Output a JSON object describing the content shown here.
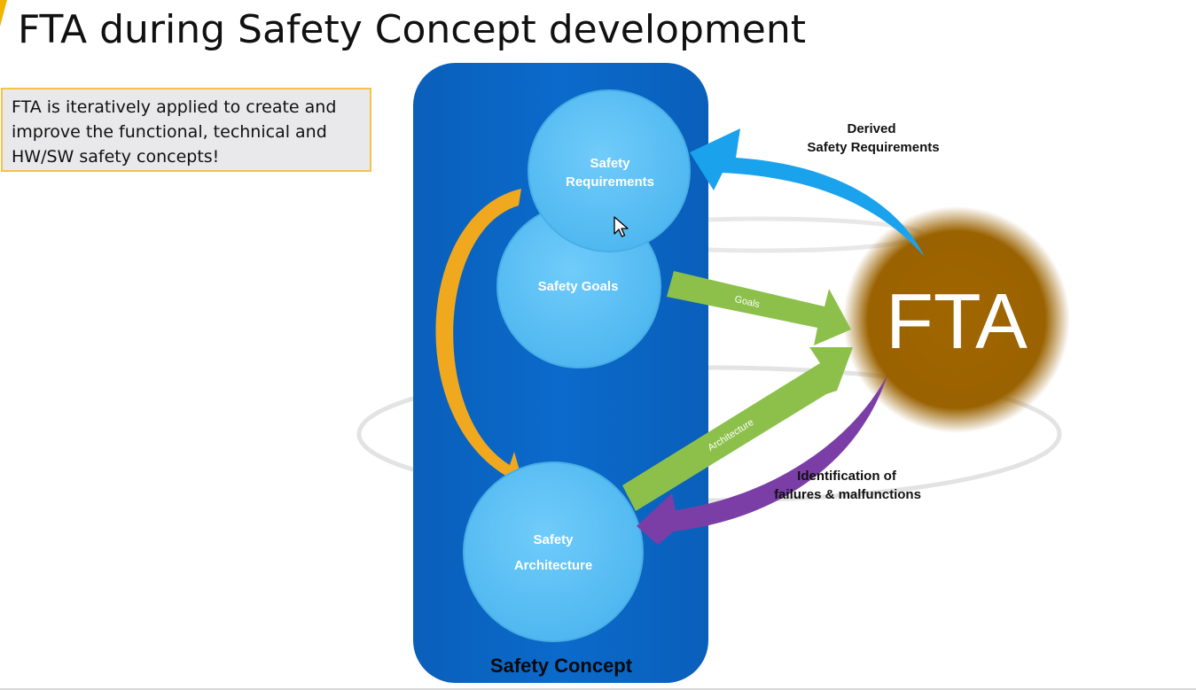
{
  "slide": {
    "title": "FTA during Safety Concept development"
  },
  "note": {
    "lines": [
      "FTA is iteratively applied to create and",
      "improve the functional, technical and",
      "HW/SW safety concepts!"
    ]
  },
  "diagram": {
    "panel_label": "Safety Concept",
    "nodes": {
      "safety_requirements": [
        "Safety",
        "Requirements"
      ],
      "safety_goals": "Safety Goals",
      "safety_architecture": [
        "Safety",
        "Architecture"
      ],
      "fta": "FTA"
    },
    "arrows": {
      "goals": "Goals",
      "architecture": "Architecture"
    },
    "annotations": {
      "derived": [
        "Derived",
        "Safety Requirements"
      ],
      "identification": [
        "Identification of",
        "failures & malfunctions"
      ]
    },
    "colors": {
      "panel": "#0a64c2",
      "circle": "#5ec3f6",
      "fta": "#a06600",
      "green_arrow": "#8cc04a",
      "blue_arrow": "#1aa3ec",
      "orange_arrow": "#f0a81e",
      "purple_arrow": "#7b3ea6"
    }
  }
}
